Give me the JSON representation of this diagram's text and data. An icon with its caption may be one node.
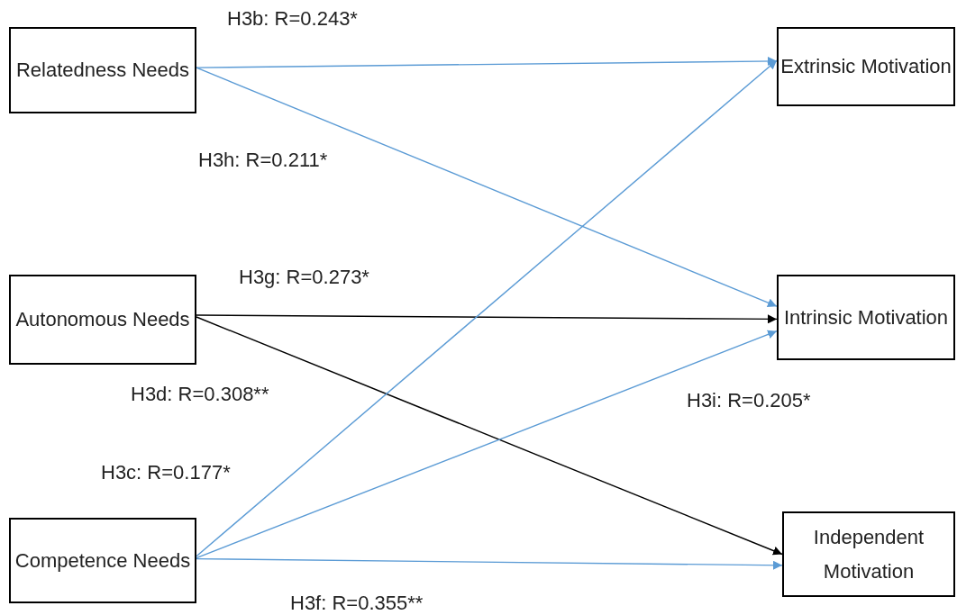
{
  "diagram": {
    "nodes": [
      {
        "text": [
          "Relatedness Needs"
        ]
      },
      {
        "text": [
          "Autonomous Needs"
        ]
      },
      {
        "text": [
          "Competence Needs"
        ]
      },
      {
        "text": [
          "Extrinsic Motivation"
        ]
      },
      {
        "text": [
          "Intrinsic Motivation"
        ]
      },
      {
        "text": [
          "Independent Motivation"
        ]
      }
    ],
    "edges": [
      {
        "from": 0,
        "to": 3,
        "arrow": "to",
        "label": "H3b: R=0.243*"
      },
      {
        "from": 0,
        "to": 4,
        "arrow": "to",
        "label": "H3h: R=0.211*"
      },
      {
        "from": 1,
        "to": 4,
        "arrow": "to",
        "label": "H3g: R=0.273*",
        "color": "#000000"
      },
      {
        "from": 1,
        "to": 5,
        "arrow": "to",
        "label": "H3d: R=0.308**",
        "color": "#000000"
      },
      {
        "from": 2,
        "to": 3,
        "arrow": "to",
        "label": "H3c: R=0.177*"
      },
      {
        "from": 2,
        "to": 4,
        "arrow": "to",
        "label": "H3i: R=0.205*"
      },
      {
        "from": 2,
        "to": 5,
        "arrow": "to",
        "label": "H3f: R=0.355**"
      }
    ]
  }
}
